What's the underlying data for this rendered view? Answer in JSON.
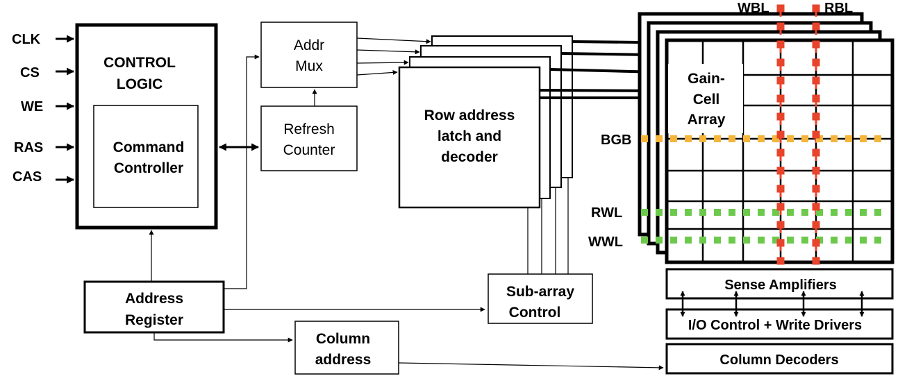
{
  "signals": {
    "clk": "CLK",
    "cs": "CS",
    "we": "WE",
    "ras": "RAS",
    "cas": "CAS"
  },
  "blocks": {
    "control_logic_line1": "CONTROL",
    "control_logic_line2": "LOGIC",
    "command_controller_line1": "Command",
    "command_controller_line2": "Controller",
    "addr_mux_line1": "Addr",
    "addr_mux_line2": "Mux",
    "refresh_counter_line1": "Refresh",
    "refresh_counter_line2": "Counter",
    "row_decoder_line1": "Row address",
    "row_decoder_line2": "latch and",
    "row_decoder_line3": "decoder",
    "address_register_line1": "Address",
    "address_register_line2": "Register",
    "subarray_control_line1": "Sub-array",
    "subarray_control_line2": "Control",
    "column_address_line1": "Column",
    "column_address_line2": "address",
    "sense_amplifiers": "Sense Amplifiers",
    "io_control": "I/O Control + Write Drivers",
    "column_decoders": "Column Decoders"
  },
  "array": {
    "label_line1": "Gain-",
    "label_line2": "Cell",
    "label_line3": "Array",
    "wbl": "WBL",
    "rbl": "RBL",
    "bgb": "BGB",
    "rwl": "RWL",
    "wwl": "WWL"
  },
  "colors": {
    "wbl_rbl": "#e8432b",
    "bgb": "#f5b43a",
    "rwl_wwl": "#6cc94c"
  }
}
